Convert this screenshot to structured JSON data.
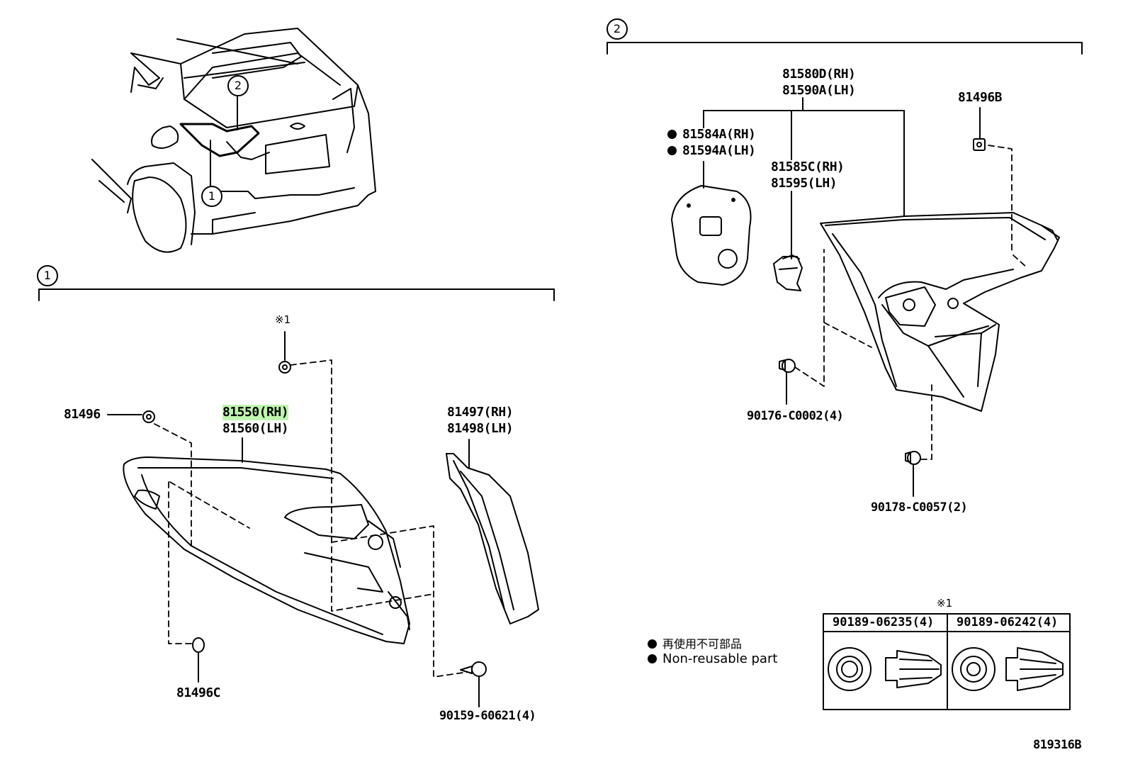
{
  "diagram_code": "819316B",
  "callouts": {
    "one": "1",
    "two": "2"
  },
  "section1": {
    "bracket_label": "1",
    "parts": {
      "p81496": "81496",
      "p81550": "81550(RH)",
      "p81560": "81560(LH)",
      "p81497": "81497(RH)",
      "p81498": "81498(LH)",
      "p81496C": "81496C",
      "p90159": "90159-60621(4)",
      "ref_mark": "※1"
    }
  },
  "section2": {
    "bracket_label": "2",
    "parts": {
      "p81580D": "81580D(RH)",
      "p81590A": "81590A(LH)",
      "p81496B": "81496B",
      "p81584A": "81584A(RH)",
      "p81594A": "81594A(LH)",
      "p81585C": "81585C(RH)",
      "p81595": "81595(LH)",
      "p90176": "90176-C0002(4)",
      "p90178": "90178-C0057(2)"
    }
  },
  "legend": {
    "jp": "再使用不可部品",
    "en": "Non-reusable part"
  },
  "clip_table": {
    "ref_mark": "※1",
    "col1": "90189-06235(4)",
    "col2": "90189-06242(4)"
  },
  "colors": {
    "highlight": "#bff5b0",
    "line": "#000000"
  }
}
